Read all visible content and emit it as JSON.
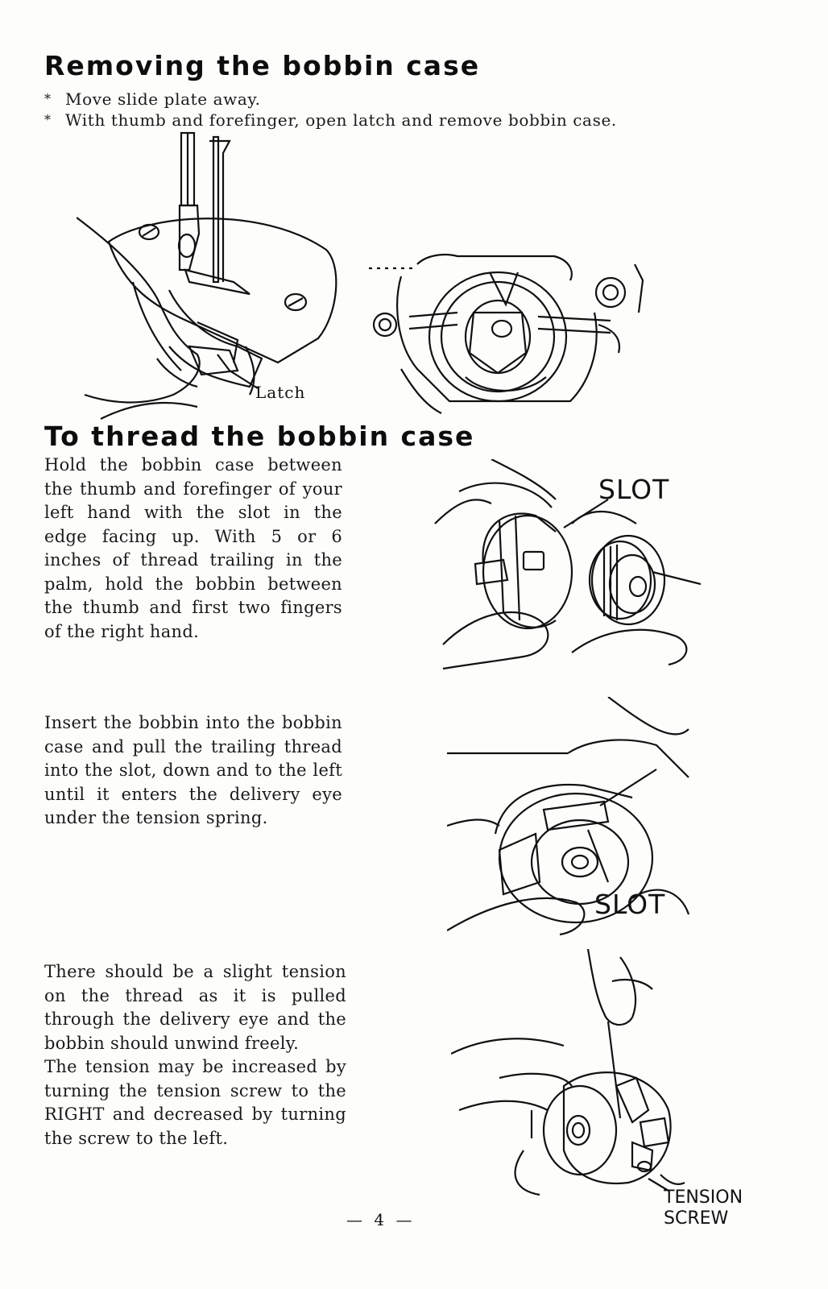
{
  "section1": {
    "title": "Removing the bobbin case",
    "bullets": [
      "Move slide plate away.",
      "With thumb and forefinger, open latch and remove bobbin case."
    ],
    "bullet_marker": "*",
    "figure_label_latch": "Latch"
  },
  "section2": {
    "title": "To thread the bobbin case",
    "step1_text": "Hold the bobbin case between the thumb and forefinger of your left hand with the slot in the edge facing up. With 5 or 6 inches of thread trailing in the palm, hold the bobbin between the thumb and first two fingers of the right hand.",
    "step1_label": "SLOT",
    "step2_text": "Insert the bobbin into the bobbin case and pull the trailing thread into the slot, down and to the left until it enters the delivery eye under the tension spring.",
    "step2_label": "SLOT",
    "step3_text": "There should be a slight tension on the thread as it is pulled through the delivery eye and the bobbin should unwind freely.",
    "step3_text2": "The tension may be increased by turning the tension screw to the RIGHT and decreased by turning the screw to the left.",
    "step3_label_line1": "TENSION",
    "step3_label_line2": "SCREW"
  },
  "footer": {
    "page_number": "— 4 —"
  },
  "icons": [
    "sewing-machine-needle-plate",
    "rotary-hook",
    "bobbin-case-and-bobbin",
    "bobbin-in-case",
    "tension-screw"
  ]
}
